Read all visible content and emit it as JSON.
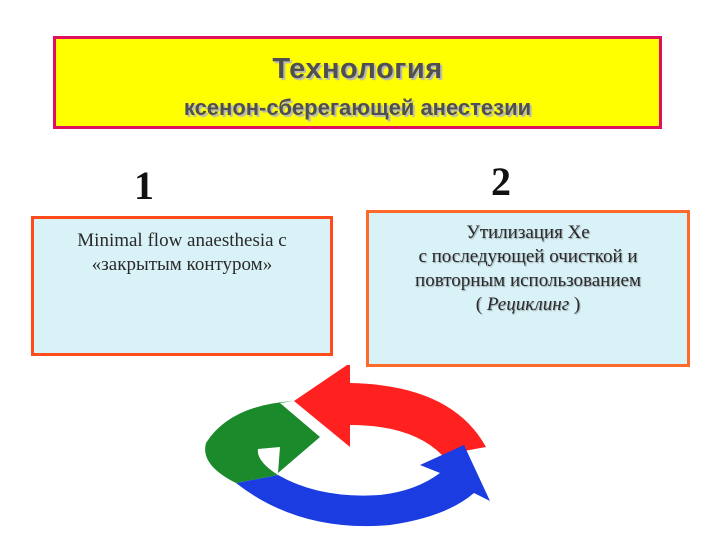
{
  "header": {
    "title": "Технология",
    "subtitle": "ксенон-сберегающей анестезии"
  },
  "items": [
    {
      "number": "1",
      "lines": [
        "Minimal  flow anaesthesia с",
        "«закрытым контуром»"
      ]
    },
    {
      "number": "2",
      "lines": [
        "Утилизация  Хе",
        "с последующей очисткой и",
        "повторным использованием"
      ],
      "last_line_open": "( ",
      "last_line_word": "Рециклинг",
      "last_line_close": " )"
    }
  ],
  "colors": {
    "title_background": "#ffff00",
    "title_border": "#e01060",
    "box_background": "#d9f2f7",
    "box_border": "#ff4a1a",
    "arrow_red": "#ff2020",
    "arrow_blue": "#1a3ce0",
    "arrow_green": "#1a8a2a"
  },
  "icons": [
    "recycle-cycle-icon"
  ]
}
